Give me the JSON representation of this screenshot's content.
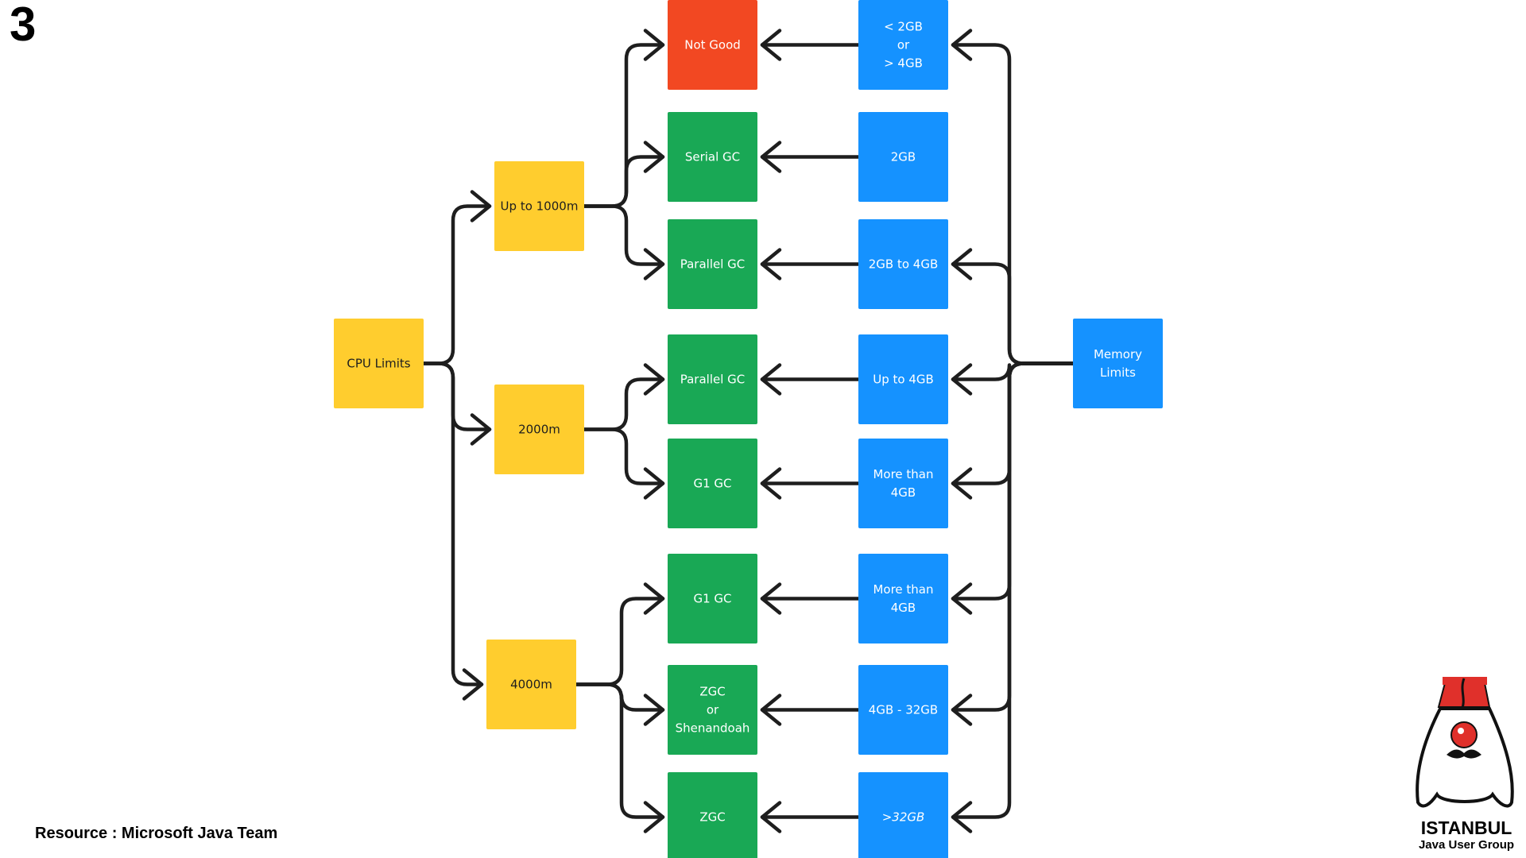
{
  "slide_number": "3",
  "resource": "Resource : Microsoft Java Team",
  "colors": {
    "yellow": "#FFCD2E",
    "green": "#19A855",
    "blue": "#1592FF",
    "red": "#F24822",
    "line": "#1E1E1E",
    "box_text_dark": "#1E1E1E",
    "box_text_light": "#FFFFFF"
  },
  "cpu": {
    "root": "CPU Limits",
    "tiers": [
      "Up to 1000m",
      "2000m",
      "4000m"
    ]
  },
  "memory": {
    "root": [
      "Memory",
      "Limits"
    ]
  },
  "rows": [
    {
      "tier": 0,
      "gc": [
        "Not Good"
      ],
      "gc_kind": "bad",
      "mem": [
        "< 2GB",
        "or",
        "> 4GB"
      ],
      "mem_italic": false
    },
    {
      "tier": 0,
      "gc": [
        "Serial GC"
      ],
      "gc_kind": "ok",
      "mem": [
        "2GB"
      ],
      "mem_italic": false
    },
    {
      "tier": 0,
      "gc": [
        "Parallel GC"
      ],
      "gc_kind": "ok",
      "mem": [
        "2GB to 4GB"
      ],
      "mem_italic": false
    },
    {
      "tier": 1,
      "gc": [
        "Parallel GC"
      ],
      "gc_kind": "ok",
      "mem": [
        "Up to 4GB"
      ],
      "mem_italic": false
    },
    {
      "tier": 1,
      "gc": [
        "G1 GC"
      ],
      "gc_kind": "ok",
      "mem": [
        "More than",
        "4GB"
      ],
      "mem_italic": false
    },
    {
      "tier": 2,
      "gc": [
        "G1 GC"
      ],
      "gc_kind": "ok",
      "mem": [
        "More than",
        "4GB"
      ],
      "mem_italic": false
    },
    {
      "tier": 2,
      "gc": [
        "ZGC",
        "or",
        "Shenandoah"
      ],
      "gc_kind": "ok",
      "mem": [
        "4GB - 32GB"
      ],
      "mem_italic": false
    },
    {
      "tier": 2,
      "gc": [
        "ZGC"
      ],
      "gc_kind": "ok",
      "mem": [
        ">32GB"
      ],
      "mem_italic": true
    }
  ],
  "logo": {
    "icon": "fez-duke-mascot-icon",
    "line1": "ISTANBUL",
    "line2": "Java User Group"
  }
}
